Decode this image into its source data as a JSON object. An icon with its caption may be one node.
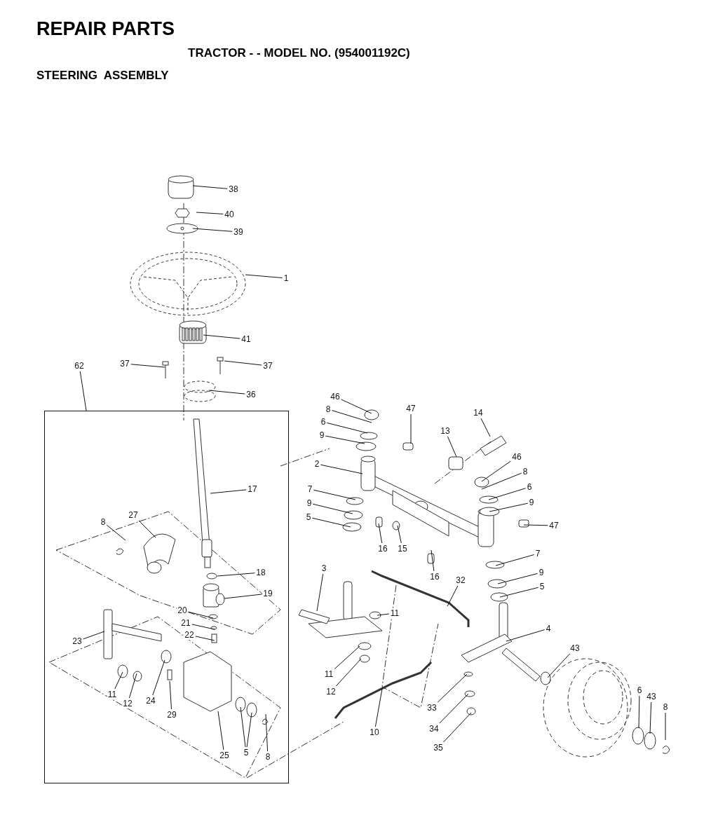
{
  "diagram": {
    "title": "REPAIR PARTS",
    "nodes": [
      {
        "text": [
          "38"
        ]
      },
      {
        "text": [
          "40"
        ]
      },
      {
        "text": [
          "39"
        ]
      },
      {
        "text": [
          "1"
        ]
      },
      {
        "text": [
          "41"
        ]
      },
      {
        "text": [
          "37"
        ]
      },
      {
        "text": [
          "37"
        ]
      },
      {
        "text": [
          "36"
        ]
      },
      {
        "text": [
          "62"
        ]
      },
      {
        "text": [],
        "shape": "box"
      },
      {
        "text": [
          "17"
        ],
        "in": 9
      },
      {
        "text": [
          "8"
        ],
        "in": 9
      },
      {
        "text": [
          "27"
        ],
        "in": 9
      },
      {
        "text": [
          "18"
        ],
        "in": 9
      },
      {
        "text": [
          "19"
        ],
        "in": 9
      },
      {
        "text": [
          "20"
        ],
        "in": 9
      },
      {
        "text": [
          "21"
        ],
        "in": 9
      },
      {
        "text": [
          "22"
        ],
        "in": 9
      },
      {
        "text": [
          "23"
        ],
        "in": 9
      },
      {
        "text": [
          "11"
        ],
        "in": 9
      },
      {
        "text": [
          "12"
        ],
        "in": 9
      },
      {
        "text": [
          "24"
        ],
        "in": 9
      },
      {
        "text": [
          "29"
        ],
        "in": 9
      },
      {
        "text": [
          "25"
        ],
        "in": 9
      },
      {
        "text": [
          "5"
        ],
        "in": 9
      },
      {
        "text": [
          "8"
        ],
        "in": 9
      },
      {
        "text": [
          "46"
        ]
      },
      {
        "text": [
          "47"
        ]
      },
      {
        "text": [
          "14"
        ]
      },
      {
        "text": [
          "8"
        ]
      },
      {
        "text": [
          "6"
        ]
      },
      {
        "text": [
          "13"
        ]
      },
      {
        "text": [
          "9"
        ]
      },
      {
        "text": [
          "46"
        ]
      },
      {
        "text": [
          "2"
        ]
      },
      {
        "text": [
          "8"
        ]
      },
      {
        "text": [
          "6"
        ]
      },
      {
        "text": [
          "7"
        ]
      },
      {
        "text": [
          "9"
        ]
      },
      {
        "text": [
          "9"
        ]
      },
      {
        "text": [
          "5"
        ]
      },
      {
        "text": [
          "47"
        ]
      },
      {
        "text": [
          "16"
        ]
      },
      {
        "text": [
          "15"
        ]
      },
      {
        "text": [
          "7"
        ]
      },
      {
        "text": [
          "3"
        ]
      },
      {
        "text": [
          "9"
        ]
      },
      {
        "text": [
          "16"
        ]
      },
      {
        "text": [
          "32"
        ]
      },
      {
        "text": [
          "5"
        ]
      },
      {
        "text": [
          "11"
        ]
      },
      {
        "text": [
          "4"
        ]
      },
      {
        "text": [
          "43"
        ]
      },
      {
        "text": [
          "11"
        ]
      },
      {
        "text": [
          "6"
        ]
      },
      {
        "text": [
          "12"
        ]
      },
      {
        "text": [
          "43"
        ]
      },
      {
        "text": [
          "8"
        ]
      },
      {
        "text": [
          "33"
        ]
      },
      {
        "text": [
          "34"
        ]
      },
      {
        "text": [
          "10"
        ]
      },
      {
        "text": [
          "35"
        ]
      }
    ],
    "edges": [
      {
        "from": 0,
        "to": null,
        "arrow": "none"
      },
      {
        "from": 1,
        "to": null,
        "arrow": "none"
      },
      {
        "from": 2,
        "to": null,
        "arrow": "none"
      },
      {
        "from": 3,
        "to": null,
        "arrow": "none"
      },
      {
        "from": 4,
        "to": null,
        "arrow": "none"
      },
      {
        "from": 5,
        "to": null,
        "arrow": "none"
      },
      {
        "from": 6,
        "to": null,
        "arrow": "none"
      },
      {
        "from": 7,
        "to": null,
        "arrow": "none"
      },
      {
        "from": 8,
        "to": 9,
        "arrow": "none"
      },
      {
        "from": 10,
        "to": null,
        "arrow": "none"
      },
      {
        "from": 11,
        "to": null,
        "arrow": "none"
      },
      {
        "from": 12,
        "to": null,
        "arrow": "none"
      },
      {
        "from": 13,
        "to": null,
        "arrow": "none"
      },
      {
        "from": 14,
        "to": null,
        "arrow": "none"
      },
      {
        "from": 15,
        "to": null,
        "arrow": "none"
      },
      {
        "from": 16,
        "to": null,
        "arrow": "none"
      },
      {
        "from": 17,
        "to": null,
        "arrow": "none"
      },
      {
        "from": 18,
        "to": null,
        "arrow": "none"
      },
      {
        "from": 19,
        "to": null,
        "arrow": "none"
      },
      {
        "from": 20,
        "to": null,
        "arrow": "none"
      },
      {
        "from": 21,
        "to": null,
        "arrow": "none"
      },
      {
        "from": 22,
        "to": null,
        "arrow": "none"
      },
      {
        "from": 23,
        "to": null,
        "arrow": "none"
      },
      {
        "from": 24,
        "to": null,
        "arrow": "none"
      },
      {
        "from": 24,
        "to": null,
        "arrow": "none"
      },
      {
        "from": 25,
        "to": null,
        "arrow": "none"
      },
      {
        "from": 26,
        "to": null,
        "arrow": "none"
      },
      {
        "from": 27,
        "to": null,
        "arrow": "none"
      },
      {
        "from": 28,
        "to": null,
        "arrow": "none"
      },
      {
        "from": 29,
        "to": null,
        "arrow": "none"
      },
      {
        "from": 30,
        "to": null,
        "arrow": "none"
      },
      {
        "from": 31,
        "to": null,
        "arrow": "none"
      },
      {
        "from": 32,
        "to": null,
        "arrow": "none"
      },
      {
        "from": 33,
        "to": null,
        "arrow": "none"
      },
      {
        "from": 34,
        "to": null,
        "arrow": "none"
      },
      {
        "from": 35,
        "to": null,
        "arrow": "none"
      },
      {
        "from": 36,
        "to": null,
        "arrow": "none"
      },
      {
        "from": 37,
        "to": null,
        "arrow": "none"
      },
      {
        "from": 38,
        "to": null,
        "arrow": "none"
      },
      {
        "from": 39,
        "to": null,
        "arrow": "none"
      },
      {
        "from": 40,
        "to": null,
        "arrow": "none"
      },
      {
        "from": 41,
        "to": null,
        "arrow": "none"
      },
      {
        "from": 42,
        "to": null,
        "arrow": "none"
      },
      {
        "from": 43,
        "to": null,
        "arrow": "none"
      },
      {
        "from": 44,
        "to": null,
        "arrow": "none"
      },
      {
        "from": 45,
        "to": null,
        "arrow": "none"
      },
      {
        "from": 46,
        "to": null,
        "arrow": "none"
      },
      {
        "from": 47,
        "to": null,
        "arrow": "none"
      },
      {
        "from": 48,
        "to": null,
        "arrow": "none"
      },
      {
        "from": 49,
        "to": null,
        "arrow": "none"
      },
      {
        "from": 50,
        "to": null,
        "arrow": "none"
      },
      {
        "from": 51,
        "to": null,
        "arrow": "none"
      },
      {
        "from": 52,
        "to": null,
        "arrow": "none"
      },
      {
        "from": 53,
        "to": null,
        "arrow": "none"
      },
      {
        "from": 54,
        "to": null,
        "arrow": "none"
      },
      {
        "from": 55,
        "to": null,
        "arrow": "none"
      },
      {
        "from": 56,
        "to": null,
        "arrow": "none"
      },
      {
        "from": 57,
        "to": null,
        "arrow": "none"
      },
      {
        "from": 58,
        "to": null,
        "arrow": "none"
      },
      {
        "from": 59,
        "to": null,
        "arrow": "none"
      },
      {
        "from": 60,
        "to": null,
        "arrow": "none"
      },
      {
        "from": 61,
        "to": null,
        "arrow": "none"
      }
    ],
    "labels": [
      "TRACTOR - - MODEL NO. (954001192C)",
      "STEERING  ASSEMBLY"
    ]
  }
}
